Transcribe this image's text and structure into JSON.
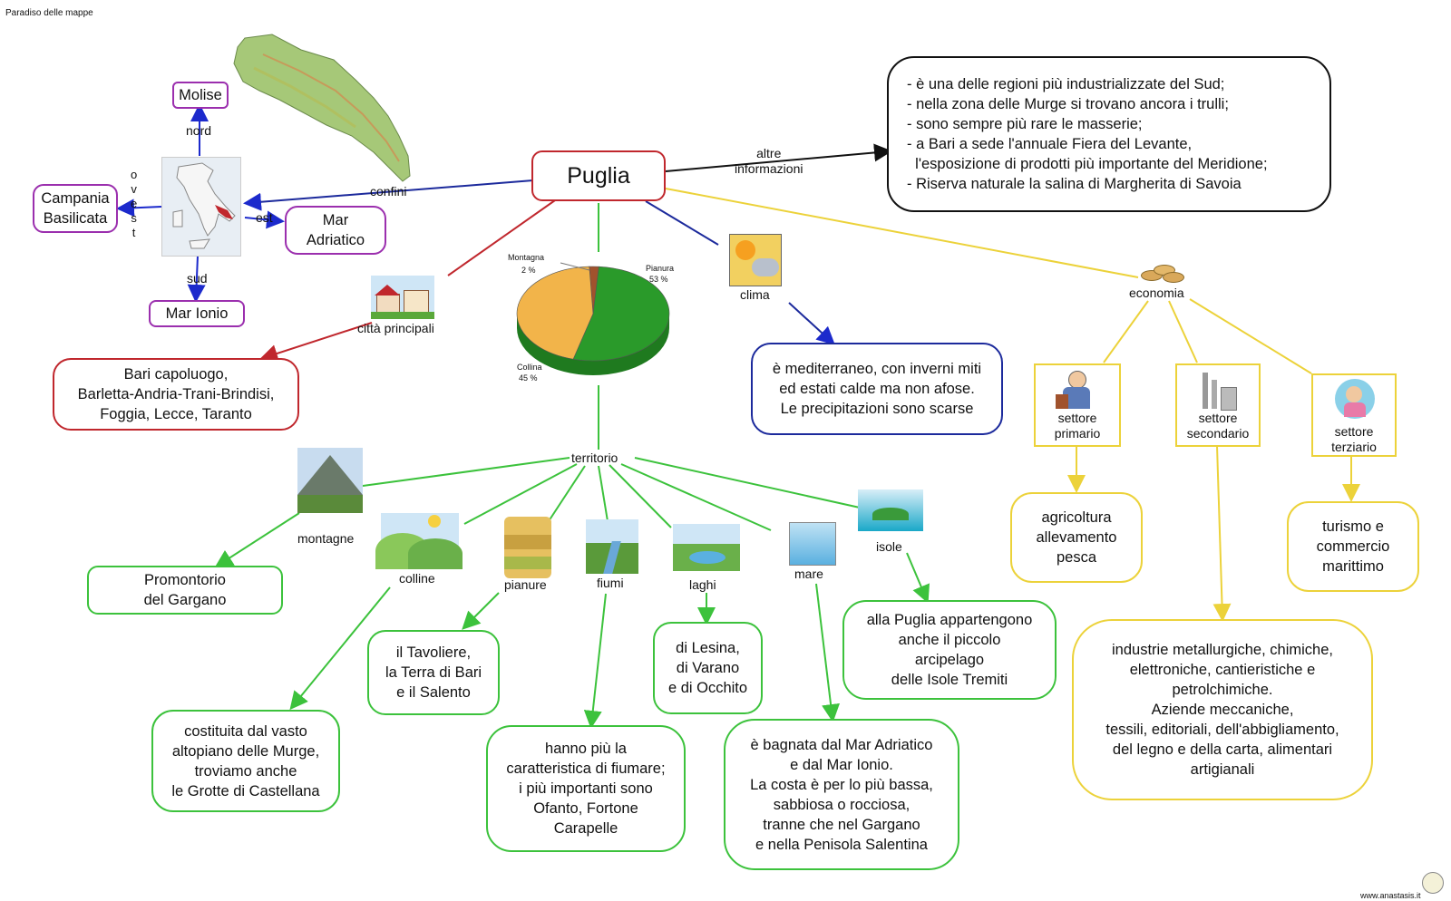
{
  "header": "Paradiso delle mappe",
  "footer": "www.anastasis.it",
  "center": "Puglia",
  "geo": {
    "confini": "confini",
    "nord": "nord",
    "ovest": "o\nv\ne\ns\nt",
    "est": "est",
    "sud": "sud",
    "molise": "Molise",
    "campania": "Campania\nBasilicata",
    "adriatico": "Mar\nAdriatico",
    "ionio": "Mar Ionio"
  },
  "altre": {
    "label": "altre\ninformazioni",
    "text": "- è una delle regioni più industrializzate del Sud;\n- nella zona delle Murge si trovano ancora i trulli;\n- sono sempre più rare le masserie;\n- a Bari a sede l'annuale Fiera del Levante,\n  l'esposizione di prodotti più importante del Meridione;\n- Riserva naturale la salina di Margherita di Savoia"
  },
  "citta": {
    "label": "città principali",
    "text": "Bari capoluogo,\nBarletta-Andria-Trani-Brindisi,\nFoggia, Lecce, Taranto"
  },
  "clima": {
    "label": "clima",
    "text": "è mediterraneo, con inverni miti\ned estati calde ma non afose.\nLe precipitazioni sono scarse"
  },
  "pie": {
    "montagna": "Montagna",
    "montagna_pct": "2 %",
    "pianura": "Pianura",
    "pianura_pct": "53 %",
    "collina": "Collina",
    "collina_pct": "45 %"
  },
  "chart_data": {
    "type": "pie",
    "categories": [
      "Montagna",
      "Pianura",
      "Collina"
    ],
    "values": [
      2,
      53,
      45
    ],
    "colors": [
      "#a0522d",
      "#2a9a2a",
      "#f2b44a"
    ]
  },
  "territorio": {
    "label": "territorio",
    "montagne": "montagne",
    "montagne_text": "Promontorio\ndel Gargano",
    "colline": "colline",
    "colline_text": "costituita dal vasto\naltopiano delle Murge,\ntroviamo anche\nle Grotte di Castellana",
    "pianure": "pianure",
    "pianure_text": "il Tavoliere,\nla Terra di Bari\ne il Salento",
    "fiumi": "fiumi",
    "fiumi_text": "hanno più la\ncaratteristica di fiumare;\ni più importanti sono\nOfanto, Fortone\nCarapelle",
    "laghi": "laghi",
    "laghi_text": "di Lesina,\ndi Varano\ne di Occhito",
    "mare": "mare",
    "mare_text": "è bagnata dal Mar Adriatico\ne dal Mar Ionio.\nLa costa è per lo più bassa,\nsabbiosa o rocciosa,\ntranne che nel Gargano\ne nella Penisola Salentina",
    "isole": "isole",
    "isole_text": "alla Puglia appartengono\nanche il piccolo\narcipelago\ndelle Isole Tremiti"
  },
  "economia": {
    "label": "economia",
    "primario": "settore\nprimario",
    "primario_text": "agricoltura\nallevamento\npesca",
    "secondario": "settore\nsecondario",
    "secondario_text": "industrie metallurgiche, chimiche,\nelettroniche, cantieristiche e\npetrolchimiche.\nAziende meccaniche,\ntessili, editoriali, dell'abbigliamento,\ndel legno e della carta, alimentari\nartigianali",
    "terziario": "settore\nterziario",
    "terziario_text": "turismo e\ncommercio\nmarittimo"
  }
}
